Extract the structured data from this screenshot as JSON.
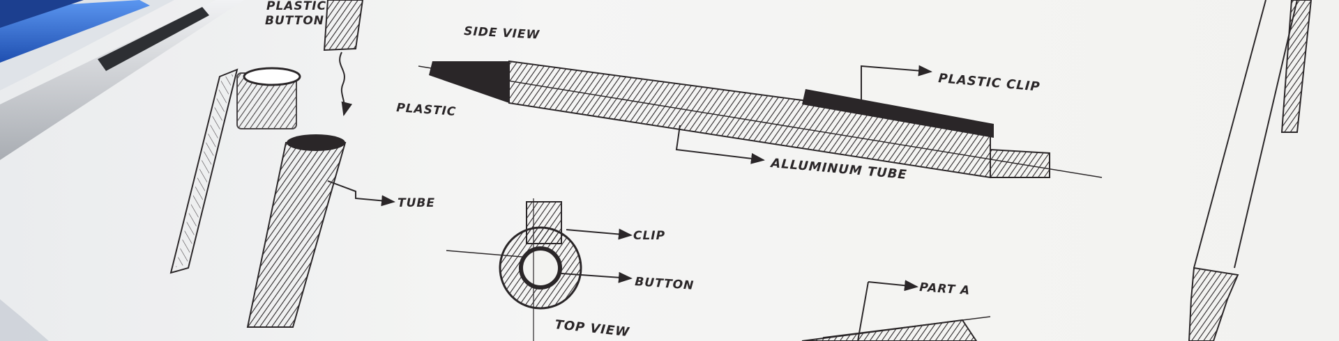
{
  "scene": {
    "description_alt": "Hand-drawn pen sketch of a ballpoint pen design on white paper",
    "paper_color": "#f3f3f1",
    "ink_color": "#2a2628",
    "pen_blue": "#2f6fd6"
  },
  "labels": {
    "plastic_button": [
      "PLASTIC",
      "BUTTON"
    ],
    "side_view": "SIDE VIEW",
    "plastic": "PLASTIC",
    "plastic_clip": "PLASTIC CLIP",
    "aluminum_tube": "ALLUMINUM TUBE",
    "tube": "TUBE",
    "clip": "CLIP",
    "button": "BUTTON",
    "top_view": "TOP VIEW",
    "part_a": "PART A"
  }
}
